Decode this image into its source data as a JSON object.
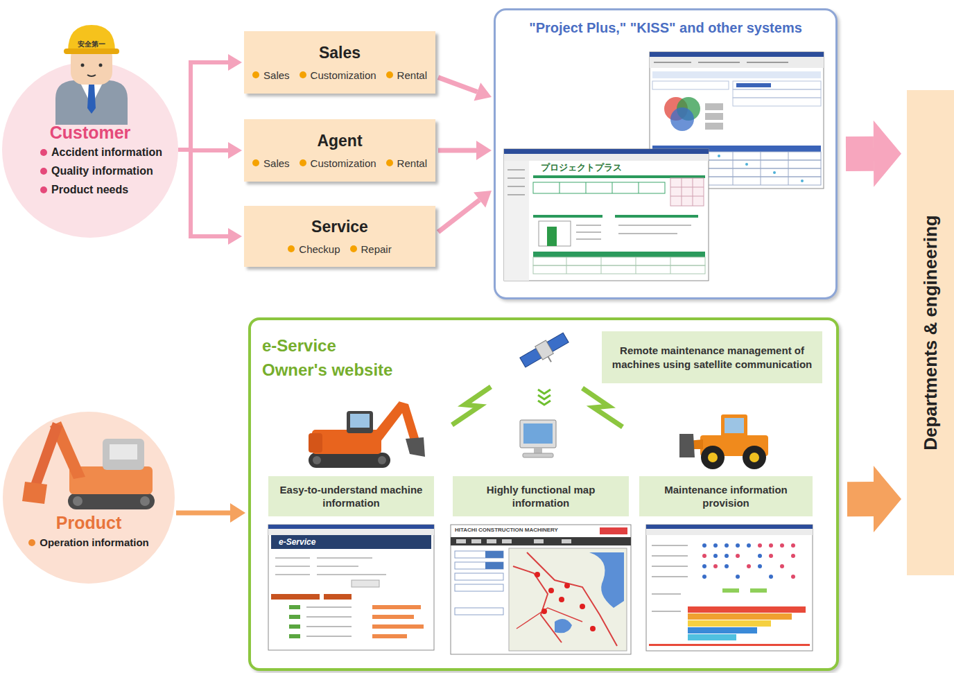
{
  "diagram": {
    "nodes": [
      {
        "text": [
          "Customer",
          "Accident information",
          "Quality information",
          "Product needs"
        ]
      },
      {
        "text": [
          "Sales",
          "Sales",
          "Customization",
          "Rental"
        ]
      },
      {
        "text": [
          "Agent",
          "Sales",
          "Customization",
          "Rental"
        ]
      },
      {
        "text": [
          "Service",
          "Checkup",
          "Repair"
        ]
      },
      {
        "text": [
          "\"Project Plus,\" \"KISS\" and other systems"
        ]
      },
      {
        "text": [
          "Departments & engineering"
        ]
      },
      {
        "text": [
          "e-Service Owner's website"
        ]
      },
      {
        "text": [
          "Remote maintenance management of machines using satellite communication"
        ],
        "in": 6
      },
      {
        "text": [
          "Easy-to-understand machine information"
        ],
        "in": 6
      },
      {
        "text": [
          "Highly functional map information"
        ],
        "in": 6
      },
      {
        "text": [
          "Maintenance information provision"
        ],
        "in": 6
      },
      {
        "text": [
          "Product",
          "Operation information"
        ]
      }
    ],
    "edges": [
      {
        "from": 0,
        "to": 1,
        "arrow": "to"
      },
      {
        "from": 0,
        "to": 2,
        "arrow": "to"
      },
      {
        "from": 0,
        "to": 3,
        "arrow": "to"
      },
      {
        "from": 1,
        "to": 4,
        "arrow": "to"
      },
      {
        "from": 2,
        "to": 4,
        "arrow": "to"
      },
      {
        "from": 3,
        "to": 4,
        "arrow": "to"
      },
      {
        "from": 4,
        "to": 5,
        "arrow": "to"
      },
      {
        "from": 6,
        "to": 5,
        "arrow": "to"
      },
      {
        "from": 11,
        "to": 6,
        "arrow": "to"
      }
    ],
    "labels": [
      "安全第一",
      "プロジェクトプラス",
      "e-Service",
      "HITACHI CONSTRUCTION MACHINERY"
    ]
  }
}
